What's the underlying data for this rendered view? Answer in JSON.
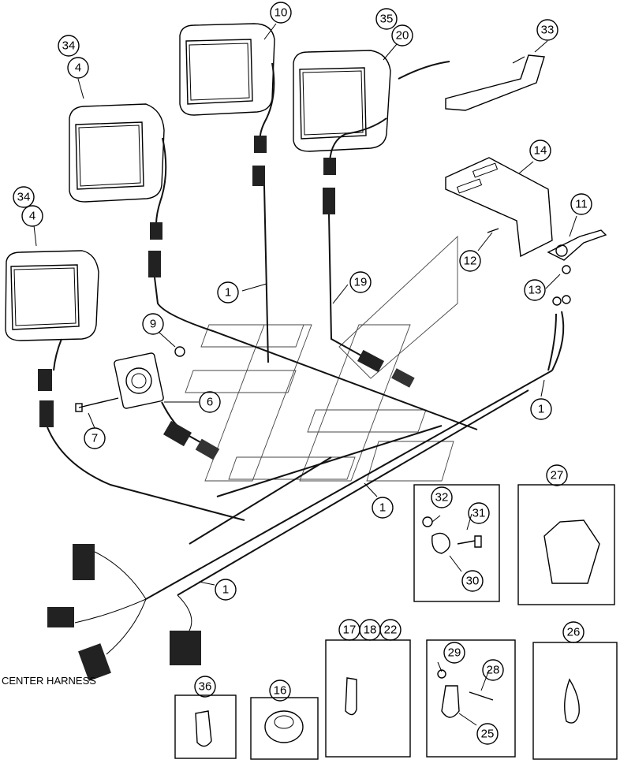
{
  "caption": "CENTER HARNESS",
  "callouts": {
    "c10": "10",
    "c35": "35",
    "c20": "20",
    "c33": "33",
    "c34a": "34",
    "c4a": "4",
    "c34b": "34",
    "c4b": "4",
    "c14": "14",
    "c11": "11",
    "c12": "12",
    "c13": "13",
    "c19": "19",
    "c1a": "1",
    "c9": "9",
    "c6": "6",
    "c7": "7",
    "c1b": "1",
    "c1c": "1",
    "c1d": "1",
    "c32": "32",
    "c31": "31",
    "c30": "30",
    "c27": "27",
    "c17": "17",
    "c18": "18",
    "c22": "22",
    "c29": "29",
    "c28": "28",
    "c25": "25",
    "c26": "26",
    "c36": "36",
    "c16": "16"
  }
}
